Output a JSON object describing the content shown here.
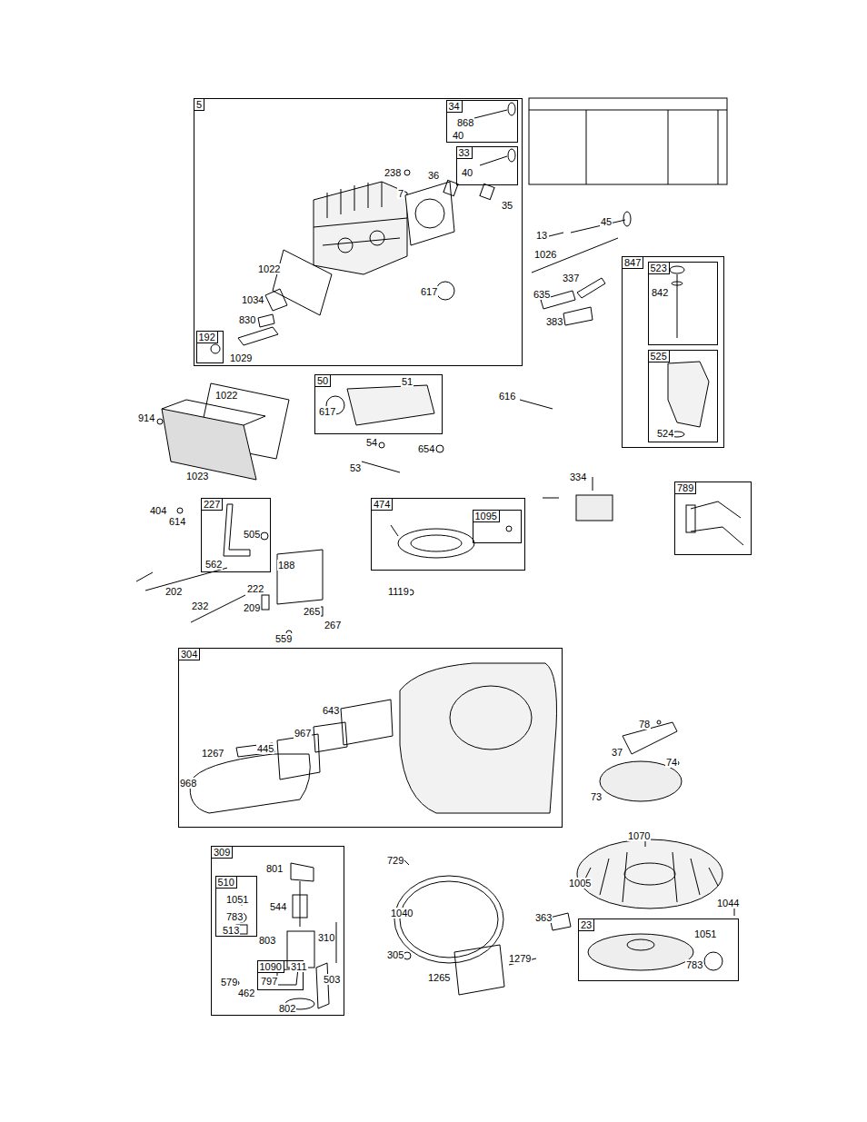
{
  "diagram": {
    "nodes": [
      {
        "text": [
          "5"
        ]
      },
      {
        "text": [
          "34"
        ],
        "in": 0
      },
      {
        "text": [
          "33"
        ],
        "in": 0
      },
      {
        "text": [
          "192"
        ],
        "in": 0
      },
      {
        "text": [
          "847"
        ]
      },
      {
        "text": [
          "523"
        ],
        "in": 4
      },
      {
        "text": [
          "525"
        ],
        "in": 4
      },
      {
        "text": [
          "50"
        ]
      },
      {
        "text": [
          "227"
        ]
      },
      {
        "text": [
          "474"
        ]
      },
      {
        "text": [
          "1095"
        ],
        "in": 9
      },
      {
        "text": [
          "789"
        ]
      },
      {
        "text": [
          "304"
        ]
      },
      {
        "text": [
          "309"
        ]
      },
      {
        "text": [
          "510"
        ],
        "in": 13
      },
      {
        "text": [
          "1090"
        ],
        "in": 13
      },
      {
        "text": [
          "23"
        ]
      }
    ],
    "labels": [
      "868",
      "40",
      "40",
      "238",
      "36",
      "7",
      "35",
      "1022",
      "617",
      "1034",
      "830",
      "1029",
      "13",
      "45",
      "1026",
      "337",
      "635",
      "383",
      "842",
      "524",
      "1022",
      "914",
      "1023",
      "617",
      "51",
      "54",
      "654",
      "53",
      "616",
      "334",
      "404",
      "614",
      "505",
      "562",
      "188",
      "222",
      "202",
      "209",
      "232",
      "265",
      "267",
      "559",
      "1119",
      "643",
      "967",
      "445",
      "1267",
      "968",
      "78",
      "37",
      "74",
      "73",
      "801",
      "1051",
      "544",
      "783",
      "513",
      "803",
      "310",
      "311",
      "797",
      "503",
      "579",
      "462",
      "802",
      "729",
      "1040",
      "305",
      "1279",
      "1265",
      "1070",
      "1005",
      "1044",
      "363",
      "1051",
      "783"
    ]
  }
}
